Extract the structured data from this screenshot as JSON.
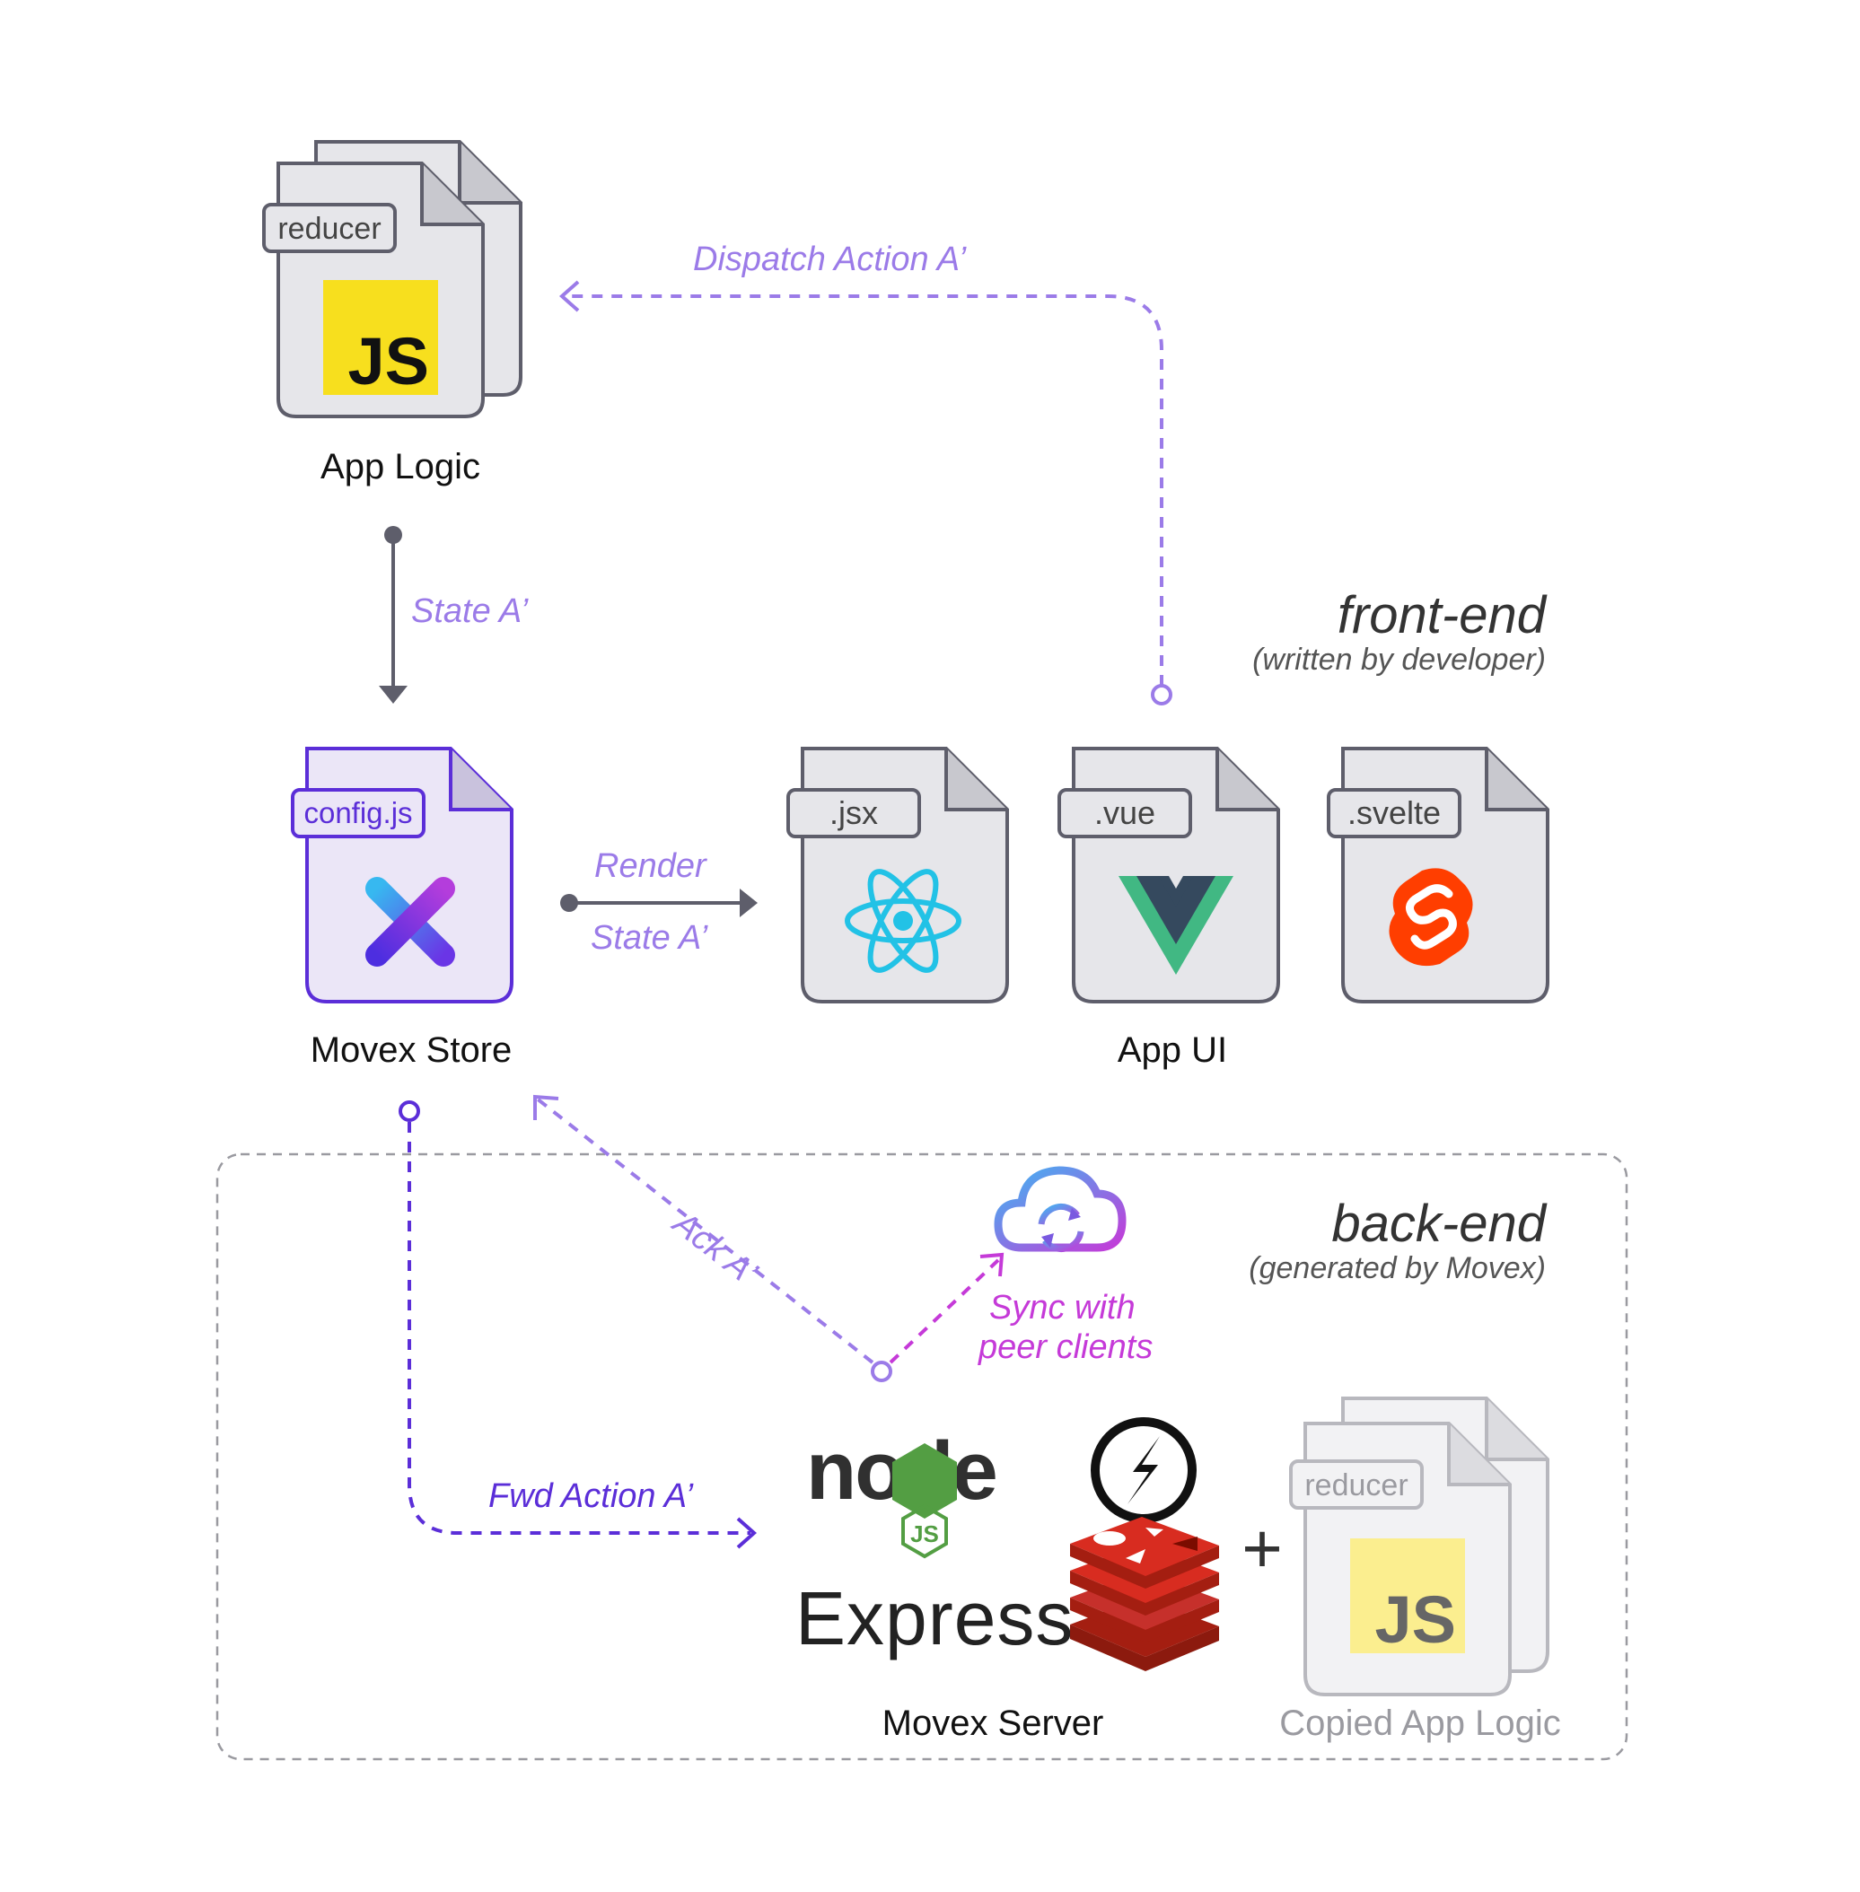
{
  "nodes": {
    "app_logic": {
      "label": "App Logic",
      "tab": "reducer",
      "badge": "JS"
    },
    "movex_store": {
      "label": "Movex Store",
      "tab": "config.js"
    },
    "app_ui": {
      "label": "App UI",
      "files": [
        {
          "tab": ".jsx",
          "icon": "react-icon"
        },
        {
          "tab": ".vue",
          "icon": "vue-icon"
        },
        {
          "tab": ".svelte",
          "icon": "svelte-icon"
        }
      ]
    },
    "movex_server": {
      "label": "Movex Server",
      "logos": [
        "node-js-logo",
        "socket-io-logo",
        "express-logo",
        "redis-logo"
      ],
      "node_text": "node",
      "node_badge": "JS",
      "express_text": "Express"
    },
    "copied_app_logic": {
      "label": "Copied App Logic",
      "tab": "reducer",
      "badge": "JS"
    }
  },
  "operator": {
    "plus": "+"
  },
  "edges": {
    "dispatch": "Dispatch Action A’",
    "state_down": "State A’",
    "render": "Render",
    "render_state": "State A’",
    "ack": "Ack A’",
    "sync_line1": "Sync with",
    "sync_line2": "peer clients",
    "fwd": "Fwd Action A’"
  },
  "sections": {
    "front_end": {
      "title": "front-end",
      "subtitle": "(written by developer)"
    },
    "back_end": {
      "title": "back-end",
      "subtitle": "(generated by Movex)"
    }
  },
  "colors": {
    "light_purple": "#9b7be8",
    "dark_purple": "#5b2ed8",
    "magenta": "#c53ad8",
    "gray_arrow": "#5e5e6b",
    "js_yellow": "#f7df1e",
    "file_fill": "#e6e6ea",
    "file_stroke": "#5e5e6b"
  }
}
